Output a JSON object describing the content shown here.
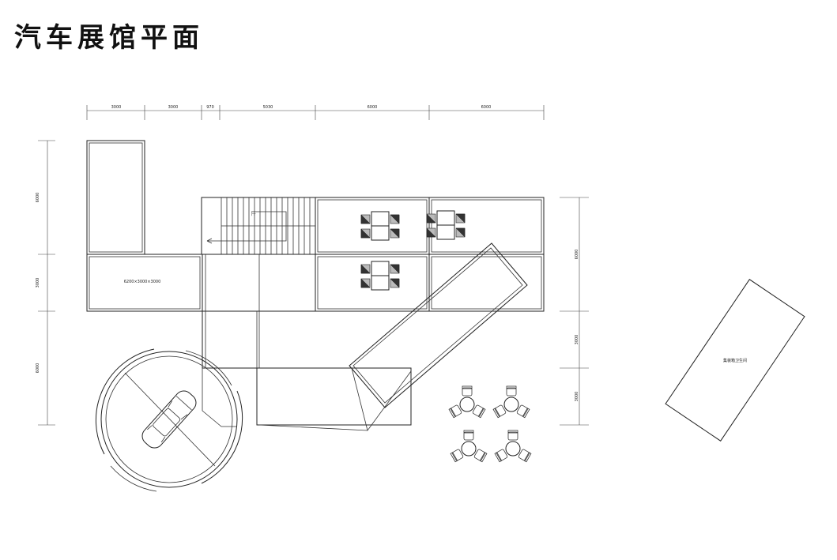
{
  "title": "汽车展馆平面",
  "dims_top": [
    "3000",
    "3000",
    "970",
    "5030",
    "6000",
    "6000"
  ],
  "dims_left": [
    "6000",
    "3000",
    "6000"
  ],
  "dims_right": [
    "6000",
    "3000",
    "3000"
  ],
  "labels": {
    "container_size": "6200×3000×3000",
    "restroom": "集装箱卫生间",
    "stair_mark": "上"
  }
}
